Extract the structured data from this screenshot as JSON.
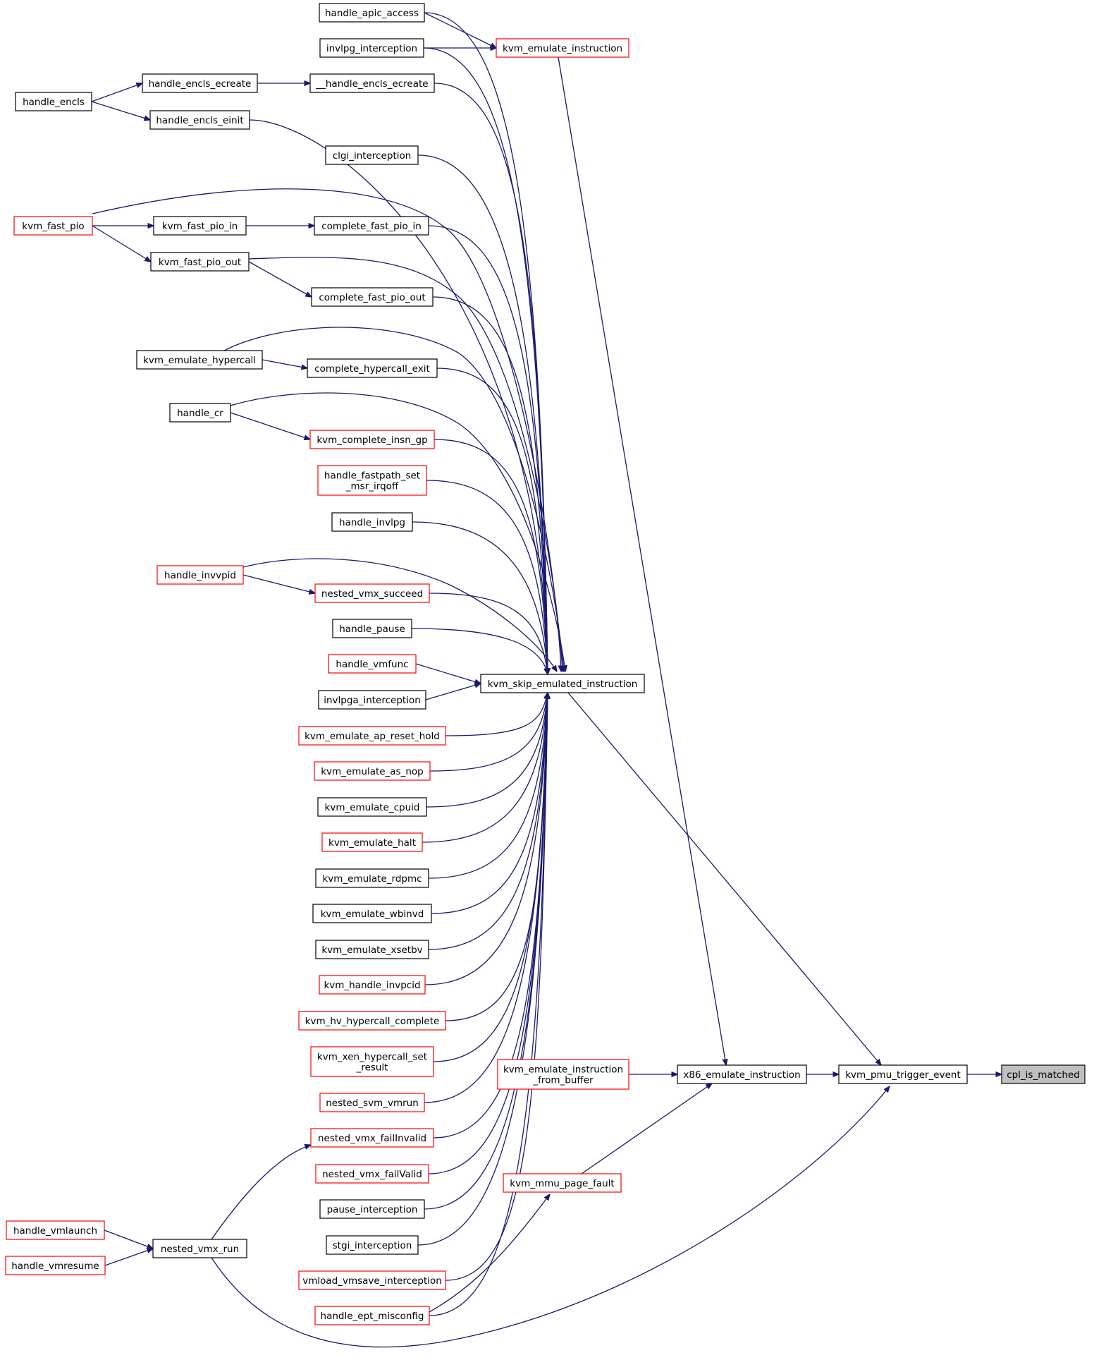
{
  "diagram": {
    "type": "call-graph",
    "colors": {
      "edge": "#191970",
      "node_normal_border": "#000000",
      "node_truncated_border": "#ff0000",
      "target_fill": "#bfbfbf",
      "background": "#ffffff"
    },
    "nodes": [
      {
        "id": "cpl_is_matched",
        "lines": [
          "cpl_is_matched"
        ],
        "kind": "target"
      },
      {
        "id": "kvm_pmu_trigger_event",
        "lines": [
          "kvm_pmu_trigger_event"
        ],
        "kind": "normal"
      },
      {
        "id": "x86_emulate_instruction",
        "lines": [
          "x86_emulate_instruction"
        ],
        "kind": "normal"
      },
      {
        "id": "kvm_emulate_instruction_from_buffer",
        "lines": [
          "kvm_emulate_instruction",
          "_from_buffer"
        ],
        "kind": "truncated"
      },
      {
        "id": "kvm_mmu_page_fault",
        "lines": [
          "kvm_mmu_page_fault"
        ],
        "kind": "truncated"
      },
      {
        "id": "kvm_skip_emulated_instruction",
        "lines": [
          "kvm_skip_emulated_instruction"
        ],
        "kind": "normal"
      },
      {
        "id": "kvm_emulate_instruction",
        "lines": [
          "kvm_emulate_instruction"
        ],
        "kind": "truncated"
      },
      {
        "id": "handle_apic_access",
        "lines": [
          "handle_apic_access"
        ],
        "kind": "normal"
      },
      {
        "id": "invlpg_interception",
        "lines": [
          "invlpg_interception"
        ],
        "kind": "normal"
      },
      {
        "id": "__handle_encls_ecreate",
        "lines": [
          "__handle_encls_ecreate"
        ],
        "kind": "normal"
      },
      {
        "id": "handle_encls_ecreate",
        "lines": [
          "handle_encls_ecreate"
        ],
        "kind": "normal"
      },
      {
        "id": "handle_encls",
        "lines": [
          "handle_encls"
        ],
        "kind": "normal"
      },
      {
        "id": "handle_encls_einit",
        "lines": [
          "handle_encls_einit"
        ],
        "kind": "normal"
      },
      {
        "id": "clgi_interception",
        "lines": [
          "clgi_interception"
        ],
        "kind": "normal"
      },
      {
        "id": "kvm_fast_pio",
        "lines": [
          "kvm_fast_pio"
        ],
        "kind": "truncated"
      },
      {
        "id": "kvm_fast_pio_in",
        "lines": [
          "kvm_fast_pio_in"
        ],
        "kind": "normal"
      },
      {
        "id": "complete_fast_pio_in",
        "lines": [
          "complete_fast_pio_in"
        ],
        "kind": "normal"
      },
      {
        "id": "kvm_fast_pio_out",
        "lines": [
          "kvm_fast_pio_out"
        ],
        "kind": "normal"
      },
      {
        "id": "complete_fast_pio_out",
        "lines": [
          "complete_fast_pio_out"
        ],
        "kind": "normal"
      },
      {
        "id": "kvm_emulate_hypercall",
        "lines": [
          "kvm_emulate_hypercall"
        ],
        "kind": "normal"
      },
      {
        "id": "complete_hypercall_exit",
        "lines": [
          "complete_hypercall_exit"
        ],
        "kind": "normal"
      },
      {
        "id": "handle_cr",
        "lines": [
          "handle_cr"
        ],
        "kind": "normal"
      },
      {
        "id": "kvm_complete_insn_gp",
        "lines": [
          "kvm_complete_insn_gp"
        ],
        "kind": "truncated"
      },
      {
        "id": "handle_fastpath_set_msr_irqoff",
        "lines": [
          "handle_fastpath_set",
          "_msr_irqoff"
        ],
        "kind": "truncated"
      },
      {
        "id": "handle_invlpg",
        "lines": [
          "handle_invlpg"
        ],
        "kind": "normal"
      },
      {
        "id": "handle_invvpid",
        "lines": [
          "handle_invvpid"
        ],
        "kind": "truncated"
      },
      {
        "id": "nested_vmx_succeed",
        "lines": [
          "nested_vmx_succeed"
        ],
        "kind": "truncated"
      },
      {
        "id": "handle_pause",
        "lines": [
          "handle_pause"
        ],
        "kind": "normal"
      },
      {
        "id": "handle_vmfunc",
        "lines": [
          "handle_vmfunc"
        ],
        "kind": "truncated"
      },
      {
        "id": "invlpga_interception",
        "lines": [
          "invlpga_interception"
        ],
        "kind": "normal"
      },
      {
        "id": "kvm_emulate_ap_reset_hold",
        "lines": [
          "kvm_emulate_ap_reset_hold"
        ],
        "kind": "truncated"
      },
      {
        "id": "kvm_emulate_as_nop",
        "lines": [
          "kvm_emulate_as_nop"
        ],
        "kind": "truncated"
      },
      {
        "id": "kvm_emulate_cpuid",
        "lines": [
          "kvm_emulate_cpuid"
        ],
        "kind": "normal"
      },
      {
        "id": "kvm_emulate_halt",
        "lines": [
          "kvm_emulate_halt"
        ],
        "kind": "truncated"
      },
      {
        "id": "kvm_emulate_rdpmc",
        "lines": [
          "kvm_emulate_rdpmc"
        ],
        "kind": "normal"
      },
      {
        "id": "kvm_emulate_wbinvd",
        "lines": [
          "kvm_emulate_wbinvd"
        ],
        "kind": "normal"
      },
      {
        "id": "kvm_emulate_xsetbv",
        "lines": [
          "kvm_emulate_xsetbv"
        ],
        "kind": "normal"
      },
      {
        "id": "kvm_handle_invpcid",
        "lines": [
          "kvm_handle_invpcid"
        ],
        "kind": "truncated"
      },
      {
        "id": "kvm_hv_hypercall_complete",
        "lines": [
          "kvm_hv_hypercall_complete"
        ],
        "kind": "truncated"
      },
      {
        "id": "kvm_xen_hypercall_set_result",
        "lines": [
          "kvm_xen_hypercall_set",
          "_result"
        ],
        "kind": "truncated"
      },
      {
        "id": "nested_svm_vmrun",
        "lines": [
          "nested_svm_vmrun"
        ],
        "kind": "truncated"
      },
      {
        "id": "nested_vmx_failInvalid",
        "lines": [
          "nested_vmx_failInvalid"
        ],
        "kind": "truncated"
      },
      {
        "id": "nested_vmx_failValid",
        "lines": [
          "nested_vmx_failValid"
        ],
        "kind": "truncated"
      },
      {
        "id": "pause_interception",
        "lines": [
          "pause_interception"
        ],
        "kind": "normal"
      },
      {
        "id": "stgi_interception",
        "lines": [
          "stgi_interception"
        ],
        "kind": "normal"
      },
      {
        "id": "vmload_vmsave_interception",
        "lines": [
          "vmload_vmsave_interception"
        ],
        "kind": "truncated"
      },
      {
        "id": "handle_ept_misconfig",
        "lines": [
          "handle_ept_misconfig"
        ],
        "kind": "truncated"
      },
      {
        "id": "nested_vmx_run",
        "lines": [
          "nested_vmx_run"
        ],
        "kind": "normal"
      },
      {
        "id": "handle_vmlaunch",
        "lines": [
          "handle_vmlaunch"
        ],
        "kind": "truncated"
      },
      {
        "id": "handle_vmresume",
        "lines": [
          "handle_vmresume"
        ],
        "kind": "truncated"
      }
    ],
    "edges": [
      {
        "from": "kvm_pmu_trigger_event",
        "to": "cpl_is_matched"
      },
      {
        "from": "x86_emulate_instruction",
        "to": "kvm_pmu_trigger_event"
      },
      {
        "from": "kvm_skip_emulated_instruction",
        "to": "kvm_pmu_trigger_event"
      },
      {
        "from": "nested_vmx_run",
        "to": "kvm_pmu_trigger_event"
      },
      {
        "from": "kvm_emulate_instruction_from_buffer",
        "to": "x86_emulate_instruction"
      },
      {
        "from": "kvm_emulate_instruction",
        "to": "x86_emulate_instruction"
      },
      {
        "from": "kvm_mmu_page_fault",
        "to": "x86_emulate_instruction"
      },
      {
        "from": "handle_ept_misconfig",
        "to": "kvm_mmu_page_fault"
      },
      {
        "from": "handle_apic_access",
        "to": "kvm_emulate_instruction"
      },
      {
        "from": "invlpg_interception",
        "to": "kvm_emulate_instruction"
      },
      {
        "from": "handle_apic_access",
        "to": "kvm_skip_emulated_instruction"
      },
      {
        "from": "invlpg_interception",
        "to": "kvm_skip_emulated_instruction"
      },
      {
        "from": "__handle_encls_ecreate",
        "to": "kvm_skip_emulated_instruction"
      },
      {
        "from": "handle_encls_einit",
        "to": "kvm_skip_emulated_instruction"
      },
      {
        "from": "clgi_interception",
        "to": "kvm_skip_emulated_instruction"
      },
      {
        "from": "kvm_fast_pio",
        "to": "kvm_skip_emulated_instruction"
      },
      {
        "from": "complete_fast_pio_in",
        "to": "kvm_skip_emulated_instruction"
      },
      {
        "from": "kvm_fast_pio_out",
        "to": "kvm_skip_emulated_instruction"
      },
      {
        "from": "complete_fast_pio_out",
        "to": "kvm_skip_emulated_instruction"
      },
      {
        "from": "kvm_emulate_hypercall",
        "to": "kvm_skip_emulated_instruction"
      },
      {
        "from": "complete_hypercall_exit",
        "to": "kvm_skip_emulated_instruction"
      },
      {
        "from": "handle_cr",
        "to": "kvm_skip_emulated_instruction"
      },
      {
        "from": "kvm_complete_insn_gp",
        "to": "kvm_skip_emulated_instruction"
      },
      {
        "from": "handle_fastpath_set_msr_irqoff",
        "to": "kvm_skip_emulated_instruction"
      },
      {
        "from": "handle_invlpg",
        "to": "kvm_skip_emulated_instruction"
      },
      {
        "from": "handle_invvpid",
        "to": "kvm_skip_emulated_instruction"
      },
      {
        "from": "nested_vmx_succeed",
        "to": "kvm_skip_emulated_instruction"
      },
      {
        "from": "handle_pause",
        "to": "kvm_skip_emulated_instruction"
      },
      {
        "from": "handle_vmfunc",
        "to": "kvm_skip_emulated_instruction"
      },
      {
        "from": "invlpga_interception",
        "to": "kvm_skip_emulated_instruction"
      },
      {
        "from": "kvm_emulate_ap_reset_hold",
        "to": "kvm_skip_emulated_instruction"
      },
      {
        "from": "kvm_emulate_as_nop",
        "to": "kvm_skip_emulated_instruction"
      },
      {
        "from": "kvm_emulate_cpuid",
        "to": "kvm_skip_emulated_instruction"
      },
      {
        "from": "kvm_emulate_halt",
        "to": "kvm_skip_emulated_instruction"
      },
      {
        "from": "kvm_emulate_rdpmc",
        "to": "kvm_skip_emulated_instruction"
      },
      {
        "from": "kvm_emulate_wbinvd",
        "to": "kvm_skip_emulated_instruction"
      },
      {
        "from": "kvm_emulate_xsetbv",
        "to": "kvm_skip_emulated_instruction"
      },
      {
        "from": "kvm_handle_invpcid",
        "to": "kvm_skip_emulated_instruction"
      },
      {
        "from": "kvm_hv_hypercall_complete",
        "to": "kvm_skip_emulated_instruction"
      },
      {
        "from": "kvm_xen_hypercall_set_result",
        "to": "kvm_skip_emulated_instruction"
      },
      {
        "from": "nested_svm_vmrun",
        "to": "kvm_skip_emulated_instruction"
      },
      {
        "from": "nested_vmx_failInvalid",
        "to": "kvm_skip_emulated_instruction"
      },
      {
        "from": "nested_vmx_failValid",
        "to": "kvm_skip_emulated_instruction"
      },
      {
        "from": "pause_interception",
        "to": "kvm_skip_emulated_instruction"
      },
      {
        "from": "stgi_interception",
        "to": "kvm_skip_emulated_instruction"
      },
      {
        "from": "vmload_vmsave_interception",
        "to": "kvm_skip_emulated_instruction"
      },
      {
        "from": "handle_ept_misconfig",
        "to": "kvm_skip_emulated_instruction"
      },
      {
        "from": "handle_encls_ecreate",
        "to": "__handle_encls_ecreate"
      },
      {
        "from": "handle_encls",
        "to": "handle_encls_ecreate"
      },
      {
        "from": "handle_encls",
        "to": "handle_encls_einit"
      },
      {
        "from": "kvm_fast_pio",
        "to": "kvm_fast_pio_in"
      },
      {
        "from": "kvm_fast_pio",
        "to": "kvm_fast_pio_out"
      },
      {
        "from": "kvm_fast_pio_in",
        "to": "complete_fast_pio_in"
      },
      {
        "from": "kvm_fast_pio_out",
        "to": "complete_fast_pio_out"
      },
      {
        "from": "kvm_emulate_hypercall",
        "to": "complete_hypercall_exit"
      },
      {
        "from": "handle_cr",
        "to": "kvm_complete_insn_gp"
      },
      {
        "from": "handle_invvpid",
        "to": "nested_vmx_succeed"
      },
      {
        "from": "nested_vmx_run",
        "to": "nested_vmx_failInvalid"
      },
      {
        "from": "handle_vmlaunch",
        "to": "nested_vmx_run"
      },
      {
        "from": "handle_vmresume",
        "to": "nested_vmx_run"
      }
    ]
  }
}
